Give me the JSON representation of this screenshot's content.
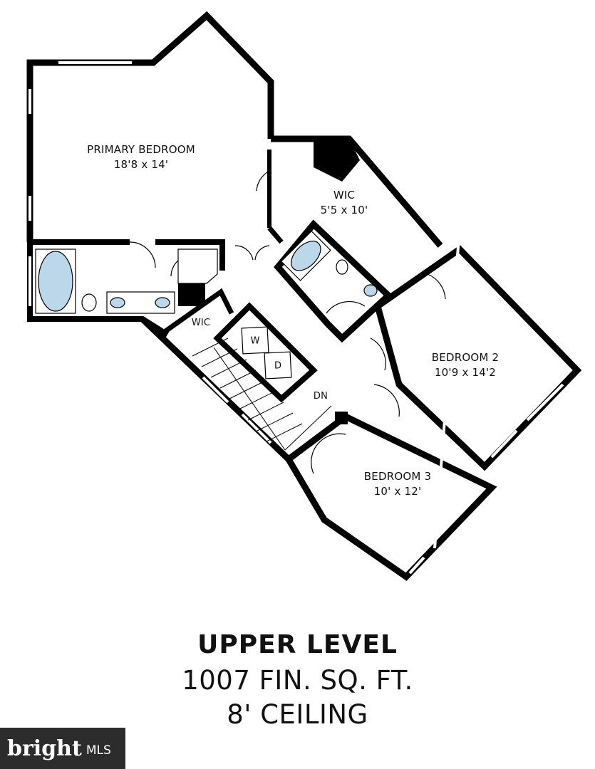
{
  "rooms": {
    "primary_bedroom": {
      "name": "PRIMARY BEDROOM",
      "dims": "18'8 x 14'"
    },
    "wic_upper": {
      "name": "WIC",
      "dims": "5'5 x 10'"
    },
    "wic_lower": {
      "name": "WIC"
    },
    "bedroom2": {
      "name": "BEDROOM 2",
      "dims": "10'9 x 14'2"
    },
    "bedroom3": {
      "name": "BEDROOM 3",
      "dims": "10' x 12'"
    },
    "stairs": {
      "label": "DN"
    },
    "laundry": {
      "washer": "W",
      "dryer": "D"
    }
  },
  "caption": {
    "title": "UPPER LEVEL",
    "area": "1007 FIN. SQ. FT.",
    "ceiling": "8' CEILING"
  },
  "watermark": {
    "brand": "bright",
    "suffix": "MLS"
  }
}
